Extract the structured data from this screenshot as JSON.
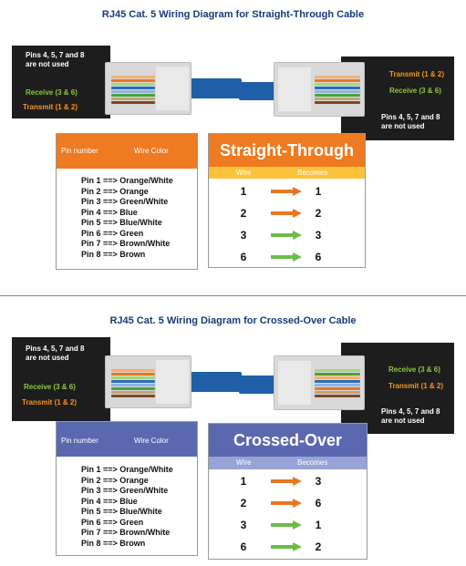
{
  "top": {
    "title": "RJ45 Cat. 5 Wiring Diagram for Straight-Through Cable",
    "left_panel": {
      "unused": "Pins 4, 5, 7 and 8\nare not used",
      "receive": "Receive (3 & 6)",
      "transmit": "Transmit (1 & 2)"
    },
    "right_panel": {
      "transmit": "Transmit (1 & 2)",
      "receive": "Receive (3 & 6)",
      "unused": "Pins 4, 5, 7 and 8\nare not used"
    },
    "table_header": {
      "col1": "Pin number",
      "col2": "Wire Color"
    },
    "pins": "Pin 1 ==> Orange/White\nPin 2 ==> Orange\nPin 3 ==> Green/White\nPin 4 ==> Blue\nPin 5 ==> Blue/White\nPin 6 ==> Green\nPin 7 ==> Brown/White\nPin 8 ==> Brown",
    "mapping_title": "Straight-Through",
    "mapping_header": {
      "wire": "Wire",
      "becomes": "Becomes"
    },
    "rows": [
      {
        "wire": "1",
        "becomes": "1",
        "arrow_color": "#e87722"
      },
      {
        "wire": "2",
        "becomes": "2",
        "arrow_color": "#e87722"
      },
      {
        "wire": "3",
        "becomes": "3",
        "arrow_color": "#6cbd45"
      },
      {
        "wire": "6",
        "becomes": "6",
        "arrow_color": "#6cbd45"
      }
    ]
  },
  "bottom": {
    "title": "RJ45 Cat. 5 Wiring Diagram for Crossed-Over Cable",
    "left_panel": {
      "unused": "Pins 4, 5, 7 and 8\nare not used",
      "receive": "Receive (3 & 6)",
      "transmit": "Transmit (1 & 2)"
    },
    "right_panel": {
      "receive": "Receive (3 & 6)",
      "transmit": "Transmit (1 & 2)",
      "unused": "Pins 4, 5, 7 and 8\nare not used"
    },
    "table_header": {
      "col1": "Pin number",
      "col2": "Wire Color"
    },
    "pins": "Pin 1 ==> Orange/White\nPin 2 ==> Orange\nPin 3 ==> Green/White\nPin 4 ==> Blue\nPin 5 ==> Blue/White\nPin 6 ==> Green\nPin 7 ==> Brown/White\nPin 8 ==> Brown",
    "mapping_title": "Crossed-Over",
    "mapping_header": {
      "wire": "Wire",
      "becomes": "Becomes"
    },
    "rows": [
      {
        "wire": "1",
        "becomes": "3",
        "arrow_color": "#e87722"
      },
      {
        "wire": "2",
        "becomes": "6",
        "arrow_color": "#e87722"
      },
      {
        "wire": "3",
        "becomes": "1",
        "arrow_color": "#6cbd45"
      },
      {
        "wire": "6",
        "becomes": "2",
        "arrow_color": "#6cbd45"
      }
    ]
  }
}
